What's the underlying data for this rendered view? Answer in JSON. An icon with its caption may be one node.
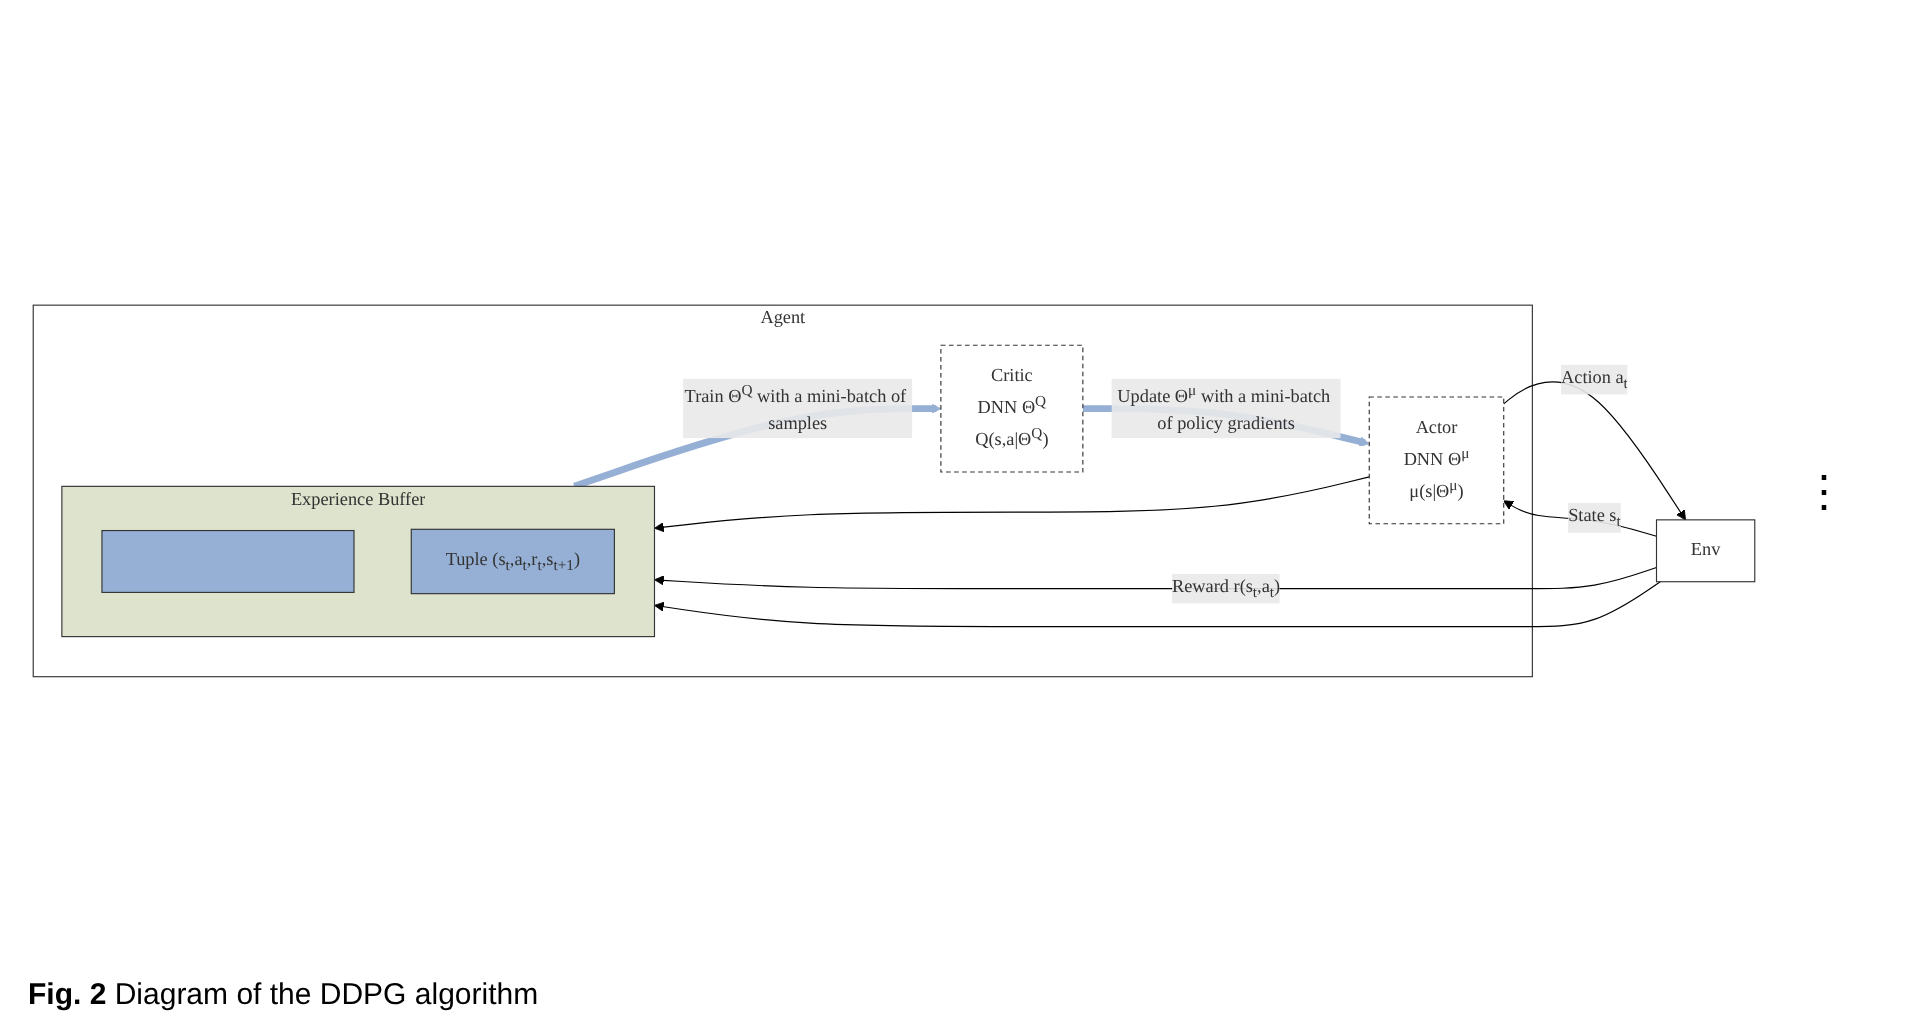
{
  "diagram": {
    "caption": "**Fig. 2** Diagram of the DDPG algorithm",
    "nodes": [
      {
        "text": [
          "Agent"
        ]
      },
      {
        "text": [
          "Actor",
          "DNN Θ$^{μ}$",
          "μ(s|Θ$^{μ}$)"
        ],
        "in": 0
      },
      {
        "text": [
          "Critic",
          "DNN Θ$^{Q}$",
          "Q(s,a|Θ$^{Q}$)"
        ],
        "in": 0
      },
      {
        "text": [
          "Experience Buffer"
        ],
        "in": 0
      },
      {
        "text": [],
        "shape": "bar",
        "in": 3
      },
      {
        "text": [
          "Tuple (s$_{t}$,a$_{t}$,r$_{t}$,s$_{t+1}$)"
        ],
        "in": 3
      },
      {
        "text": [
          "Env"
        ]
      }
    ],
    "edges": [
      {
        "from": 1,
        "to": 6,
        "arrow": "to",
        "label": "Action a$_{t}$"
      },
      {
        "from": 1,
        "to": 3,
        "arrow": "to"
      },
      {
        "from": 6,
        "to": 3,
        "arrow": "to",
        "label": "Reward r(s$_{t}$,a$_{t}$)"
      },
      {
        "from": 6,
        "to": 1,
        "arrow": "to",
        "label": "State s$_{t}$"
      },
      {
        "from": 6,
        "to": 3,
        "arrow": "to"
      },
      {
        "from": 2,
        "to": 1,
        "arrow": "to",
        "label": "Update Θ$^{μ}$ with a mini-batch of policy gradients",
        "style": "thick",
        "color": "#95b0d4"
      },
      {
        "from": 3,
        "to": 2,
        "arrow": "to",
        "label": "Train Θ$^{Q}$ with a mini-batch of samples",
        "style": "thick",
        "color": "#95b0d4"
      }
    ],
    "labels": [
      "⋮"
    ]
  }
}
